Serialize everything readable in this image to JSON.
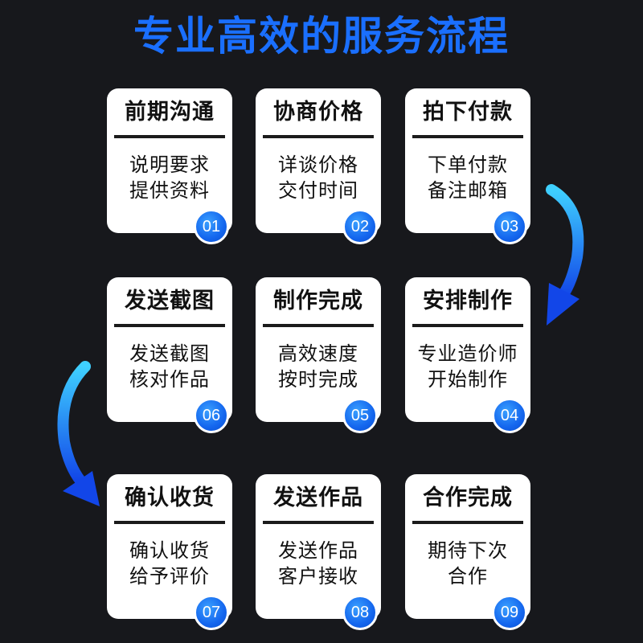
{
  "title": "专业高效的服务流程",
  "colors": {
    "accent": "#1a6fff",
    "background": "#17181c",
    "card": "#ffffff"
  },
  "steps": [
    {
      "num": "01",
      "title": "前期沟通",
      "line1": "说明要求",
      "line2": "提供资料"
    },
    {
      "num": "02",
      "title": "协商价格",
      "line1": "详谈价格",
      "line2": "交付时间"
    },
    {
      "num": "03",
      "title": "拍下付款",
      "line1": "下单付款",
      "line2": "备注邮箱"
    },
    {
      "num": "04",
      "title": "安排制作",
      "line1": "专业造价师",
      "line2": "开始制作"
    },
    {
      "num": "05",
      "title": "制作完成",
      "line1": "高效速度",
      "line2": "按时完成"
    },
    {
      "num": "06",
      "title": "发送截图",
      "line1": "发送截图",
      "line2": "核对作品"
    },
    {
      "num": "07",
      "title": "确认收货",
      "line1": "确认收货",
      "line2": "给予评价"
    },
    {
      "num": "08",
      "title": "发送作品",
      "line1": "发送作品",
      "line2": "客户接收"
    },
    {
      "num": "09",
      "title": "合作完成",
      "line1": "期待下次",
      "line2": "合作"
    }
  ]
}
